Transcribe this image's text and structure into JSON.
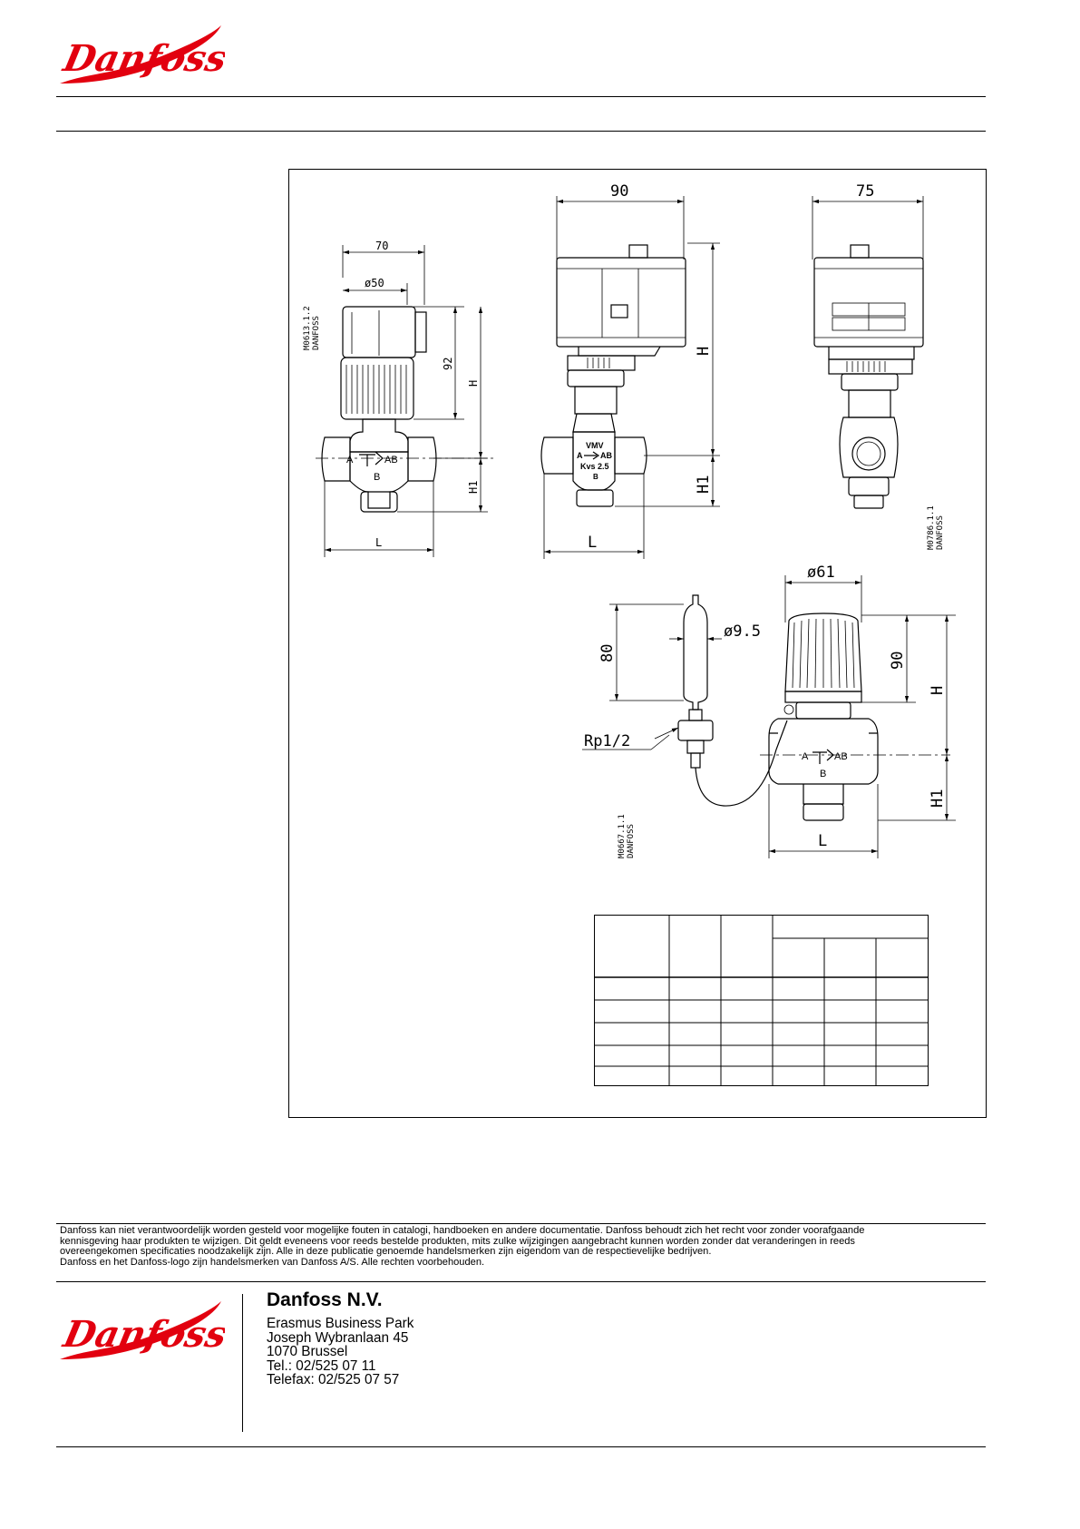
{
  "brand": {
    "name": "Danfoss",
    "logo_color": "#e2000f"
  },
  "drawing": {
    "view1": {
      "code": "M0613.1.2",
      "maker": "DANFOSS",
      "dim_width": "70",
      "dim_diameter": "ø50",
      "dim_height": "92",
      "label_H": "H",
      "label_H1": "H1",
      "label_L": "L",
      "port_A": "A",
      "port_AB": "AB",
      "port_B": "B"
    },
    "view2": {
      "dim_width": "90",
      "label_H": "H",
      "label_H1": "H1",
      "label_L": "L",
      "body_text_1": "VMV",
      "port_A": "A",
      "port_AB": "AB",
      "kvs": "Kvs 2.5",
      "port_B": "B"
    },
    "view3": {
      "dim_width": "75",
      "code": "M0786.1.1",
      "maker": "DANFOSS"
    },
    "view4": {
      "dim_diameter_head": "ø61",
      "dim_sensor_dia": "ø9.5",
      "dim_sensor_len": "80",
      "dim_head_height": "90",
      "label_H": "H",
      "label_H1": "H1",
      "label_L": "L",
      "thread": "Rp1/2",
      "code": "M0667.1.1",
      "maker": "DANFOSS",
      "port_A": "A",
      "port_AB": "AB",
      "port_B": "B"
    }
  },
  "footer": {
    "disclaimer": [
      "Danfoss kan niet verantwoordelijk worden gesteld voor mogelijke fouten in catalogi, handboeken en andere documentatie. Danfoss behoudt zich het recht voor zonder voorafgaande",
      "kennisgeving haar produkten te wijzigen. Dit geldt eveneens voor reeds bestelde produkten, mits zulke wijzigingen aangebracht kunnen worden zonder dat veranderingen in reeds",
      "overeengekomen specificaties noodzakelijk zijn. Alle in deze publicatie genoemde handelsmerken zijn eigendom van de respectievelijke bedrijven.",
      "Danfoss en het Danfoss-logo zijn handelsmerken van Danfoss A/S. Alle rechten voorbehouden."
    ],
    "company": "Danfoss N.V.",
    "address": [
      "Erasmus Business Park",
      "Joseph Wybranlaan 45",
      "1070 Brussel",
      "Tel.: 02/525 07 11",
      "Telefax: 02/525 07 57"
    ]
  }
}
